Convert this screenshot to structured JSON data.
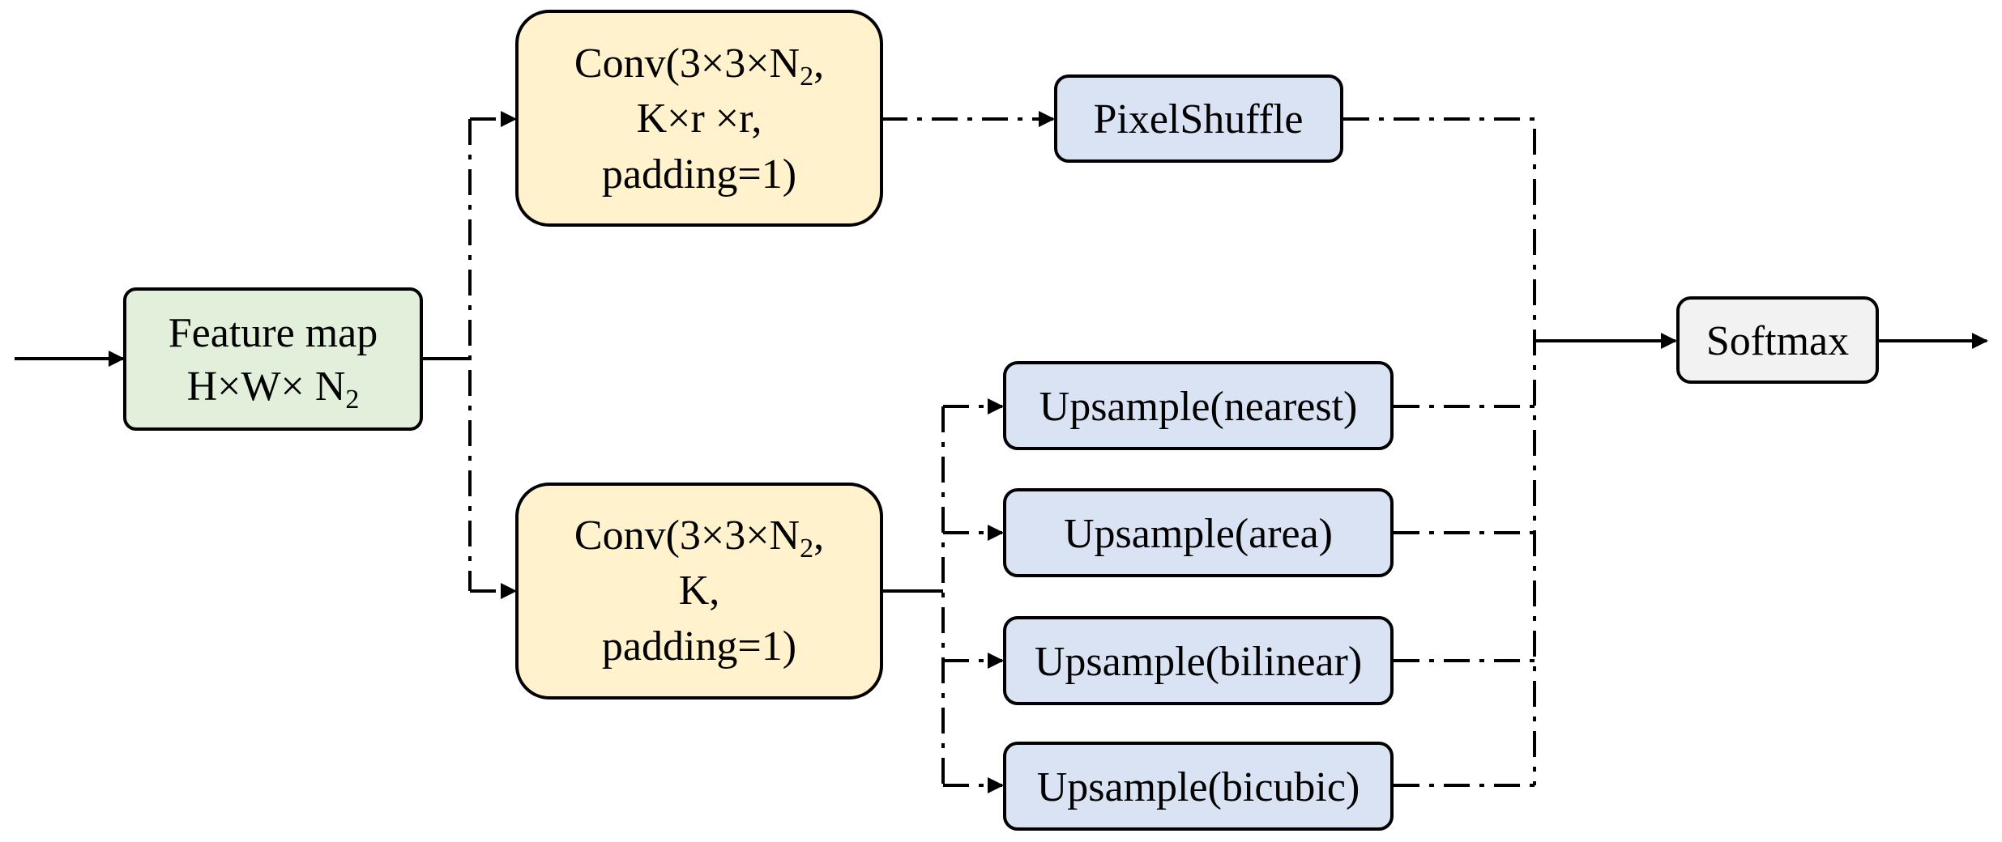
{
  "colors": {
    "input_fill": "#e2efda",
    "conv_fill": "#fff2cc",
    "op_fill": "#dae3f3",
    "softmax_fill": "#f2f2f2",
    "stroke": "#000000"
  },
  "nodes": {
    "feature_map": {
      "line1": "Feature map",
      "line2_main": "H×W× N",
      "line2_sub": "2"
    },
    "conv_top": {
      "line1_main": "Conv(3×3×N",
      "line1_sub": "2",
      "line1_tail": ",",
      "line2": "K×r ×r,",
      "line3": "padding=1)"
    },
    "conv_bottom": {
      "line1_main": "Conv(3×3×N",
      "line1_sub": "2",
      "line1_tail": ",",
      "line2": "K,",
      "line3": "padding=1)"
    },
    "pixelshuffle": {
      "label": "PixelShuffle"
    },
    "upsample_nearest": {
      "label": "Upsample(nearest)"
    },
    "upsample_area": {
      "label": "Upsample(area)"
    },
    "upsample_bilinear": {
      "label": "Upsample(bilinear)"
    },
    "upsample_bicubic": {
      "label": "Upsample(bicubic)"
    },
    "softmax": {
      "label": "Softmax"
    }
  }
}
